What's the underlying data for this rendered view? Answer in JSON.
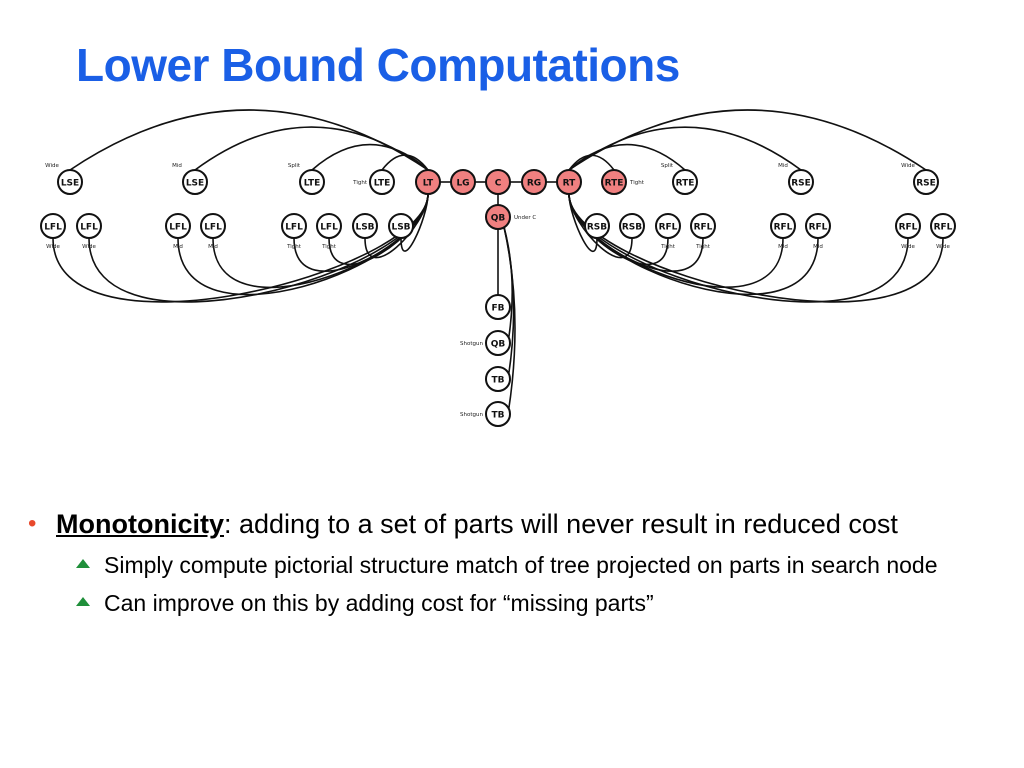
{
  "slide": {
    "title": "Lower Bound Computations"
  },
  "bullets": {
    "main": {
      "term": "Monotonicity",
      "colon": ":",
      "text": " adding to a set of parts will never result in reduced cost"
    },
    "sub": [
      {
        "text": "Simply compute pictorial structure match of tree projected on parts in search node"
      },
      {
        "text": "Can improve on this by adding cost for “missing parts”"
      }
    ]
  },
  "colors": {
    "title": "#1a5fe6",
    "highlight_node": "#f08080",
    "node": "#ffffff",
    "bullet_main": "#e8492c",
    "bullet_sub": "#1f8f3a"
  },
  "diagram": {
    "nodes": [
      {
        "id": "lse1",
        "label": "LSE",
        "tag": "Wide",
        "tagPos": "above"
      },
      {
        "id": "lse2",
        "label": "LSE",
        "tag": "Mid",
        "tagPos": "above"
      },
      {
        "id": "lte1",
        "label": "LTE",
        "tag": "Split",
        "tagPos": "above"
      },
      {
        "id": "lte2",
        "label": "LTE",
        "tag": "Tight",
        "tagPos": "left"
      },
      {
        "id": "lt",
        "label": "LT",
        "highlight": true
      },
      {
        "id": "lg",
        "label": "LG",
        "highlight": true
      },
      {
        "id": "c",
        "label": "C",
        "highlight": true
      },
      {
        "id": "rg",
        "label": "RG",
        "highlight": true
      },
      {
        "id": "rt",
        "label": "RT",
        "highlight": true
      },
      {
        "id": "rte1",
        "label": "RTE",
        "tag": "Tight",
        "tagPos": "right",
        "highlight": true
      },
      {
        "id": "rte2",
        "label": "RTE",
        "tag": "Split",
        "tagPos": "above"
      },
      {
        "id": "rse1",
        "label": "RSE",
        "tag": "Mid",
        "tagPos": "above"
      },
      {
        "id": "rse2",
        "label": "RSE",
        "tag": "Wide",
        "tagPos": "above"
      },
      {
        "id": "lfl1",
        "label": "LFL",
        "tag": "Wide",
        "tagPos": "below"
      },
      {
        "id": "lfl2",
        "label": "LFL",
        "tag": "Wide",
        "tagPos": "below"
      },
      {
        "id": "lfl3",
        "label": "LFL",
        "tag": "Mid",
        "tagPos": "below"
      },
      {
        "id": "lfl4",
        "label": "LFL",
        "tag": "Mid",
        "tagPos": "below"
      },
      {
        "id": "lfl5",
        "label": "LFL",
        "tag": "Tight",
        "tagPos": "below"
      },
      {
        "id": "lfl6",
        "label": "LFL",
        "tag": "Tight",
        "tagPos": "below"
      },
      {
        "id": "lsb1",
        "label": "LSB"
      },
      {
        "id": "lsb2",
        "label": "LSB"
      },
      {
        "id": "qb1",
        "label": "QB",
        "tag": "Under C",
        "tagPos": "right",
        "highlight": true
      },
      {
        "id": "rsb1",
        "label": "RSB"
      },
      {
        "id": "rsb2",
        "label": "RSB"
      },
      {
        "id": "rfl1",
        "label": "RFL",
        "tag": "Tight",
        "tagPos": "below"
      },
      {
        "id": "rfl2",
        "label": "RFL",
        "tag": "Tight",
        "tagPos": "below"
      },
      {
        "id": "rfl3",
        "label": "RFL",
        "tag": "Mid",
        "tagPos": "below"
      },
      {
        "id": "rfl4",
        "label": "RFL",
        "tag": "Mid",
        "tagPos": "below"
      },
      {
        "id": "rfl5",
        "label": "RFL",
        "tag": "Wide",
        "tagPos": "below"
      },
      {
        "id": "rfl6",
        "label": "RFL",
        "tag": "Wide",
        "tagPos": "below"
      },
      {
        "id": "fb",
        "label": "FB"
      },
      {
        "id": "qb2",
        "label": "QB",
        "tag": "Shotgun",
        "tagPos": "left"
      },
      {
        "id": "tb1",
        "label": "TB"
      },
      {
        "id": "tb2",
        "label": "TB",
        "tag": "Shotgun",
        "tagPos": "left"
      }
    ],
    "edges": [
      [
        "lse1",
        "lt"
      ],
      [
        "lse2",
        "lt"
      ],
      [
        "lte1",
        "lt"
      ],
      [
        "lte2",
        "lt"
      ],
      [
        "rse2",
        "rt"
      ],
      [
        "rse1",
        "rt"
      ],
      [
        "rte2",
        "rt"
      ],
      [
        "rte1",
        "rt"
      ],
      [
        "lfl1",
        "lt"
      ],
      [
        "lfl2",
        "lt"
      ],
      [
        "lfl3",
        "lt"
      ],
      [
        "lfl4",
        "lt"
      ],
      [
        "lfl5",
        "lt"
      ],
      [
        "lfl6",
        "lt"
      ],
      [
        "lsb1",
        "lt"
      ],
      [
        "lsb2",
        "lt"
      ],
      [
        "rfl6",
        "rt"
      ],
      [
        "rfl5",
        "rt"
      ],
      [
        "rfl4",
        "rt"
      ],
      [
        "rfl3",
        "rt"
      ],
      [
        "rfl2",
        "rt"
      ],
      [
        "rfl1",
        "rt"
      ],
      [
        "rsb2",
        "rt"
      ],
      [
        "rsb1",
        "rt"
      ],
      [
        "c",
        "qb1"
      ],
      [
        "qb1",
        "fb"
      ],
      [
        "qb1",
        "qb2"
      ],
      [
        "qb1",
        "tb1"
      ],
      [
        "qb1",
        "tb2"
      ]
    ]
  }
}
